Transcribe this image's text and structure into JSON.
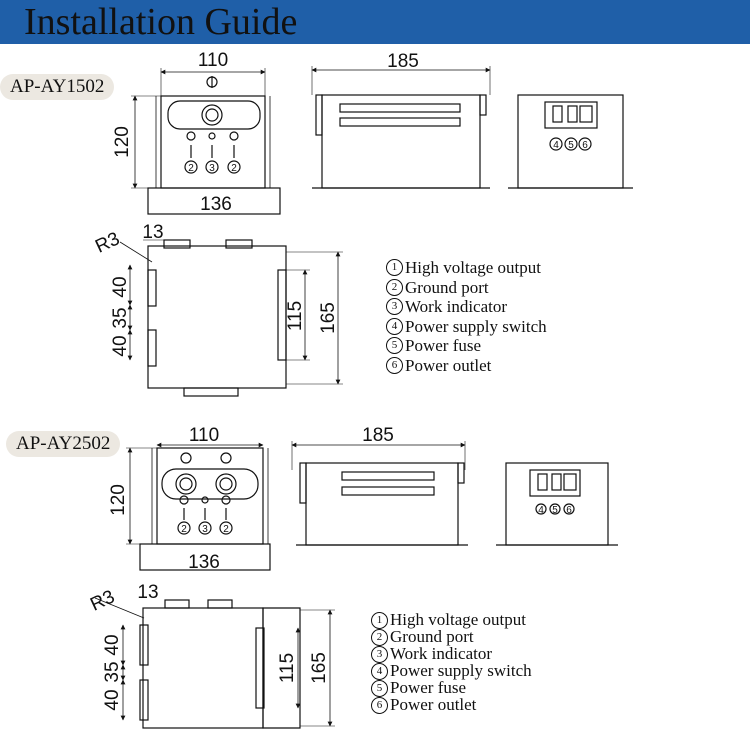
{
  "header": {
    "title": "Installation Guide",
    "color": "#1f5fa8"
  },
  "models": [
    {
      "label": "AP-AY1502",
      "dims": {
        "width_top": "110",
        "length": "185",
        "height": "120",
        "base_width": "136",
        "radius": "R3",
        "offset": "13",
        "slot_a": "40",
        "slot_gap": "35",
        "slot_b": "40",
        "inner": "115",
        "depth": "165"
      },
      "legend": [
        {
          "num": "1",
          "text": "High voltage output"
        },
        {
          "num": "2",
          "text": "Ground port"
        },
        {
          "num": "3",
          "text": "Work indicator"
        },
        {
          "num": "4",
          "text": "Power supply switch"
        },
        {
          "num": "5",
          "text": "Power fuse"
        },
        {
          "num": "6",
          "text": "Power outlet"
        }
      ],
      "front_marks": [
        "2",
        "3",
        "2"
      ],
      "rear_marks": [
        "4",
        "5",
        "6"
      ]
    },
    {
      "label": "AP-AY2502",
      "dims": {
        "width_top": "110",
        "length": "185",
        "height": "120",
        "base_width": "136",
        "radius": "R3",
        "offset": "13",
        "slot_a": "40",
        "slot_gap": "35",
        "slot_b": "40",
        "inner": "115",
        "depth": "165"
      },
      "legend": [
        {
          "num": "1",
          "text": "High voltage output"
        },
        {
          "num": "2",
          "text": "Ground port"
        },
        {
          "num": "3",
          "text": "Work indicator"
        },
        {
          "num": "4",
          "text": "Power supply switch"
        },
        {
          "num": "5",
          "text": "Power fuse"
        },
        {
          "num": "6",
          "text": "Power outlet"
        }
      ],
      "front_marks": [
        "2",
        "3",
        "2"
      ],
      "rear_marks": [
        "4",
        "5",
        "6"
      ]
    }
  ]
}
